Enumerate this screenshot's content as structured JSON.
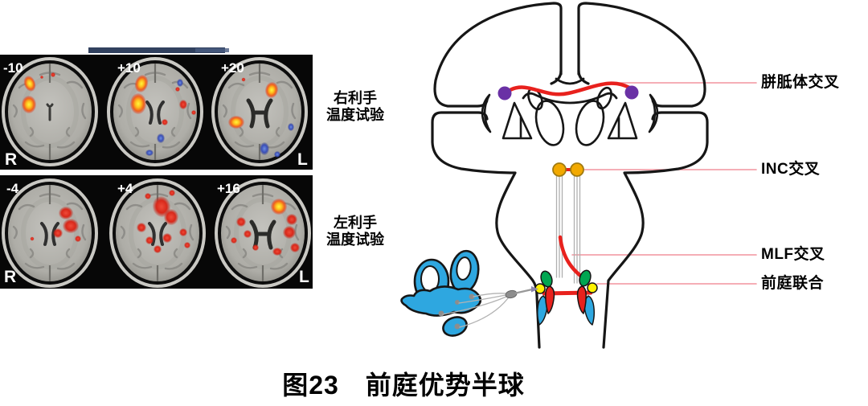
{
  "figure": {
    "caption": "图23　前庭优势半球"
  },
  "mri": {
    "rows": [
      {
        "test_label_line1": "右利手",
        "test_label_line2": "温度试验",
        "slice_labels": [
          "-10",
          "+10",
          "+20"
        ],
        "side_left": "R",
        "side_right": "L"
      },
      {
        "test_label_line1": "左利手",
        "test_label_line2": "温度试验",
        "slice_labels": [
          "-4",
          "+4",
          "+16"
        ],
        "side_left": "R",
        "side_right": "L"
      }
    ]
  },
  "diagram": {
    "annotations": [
      "胼胝体交叉",
      "INC交叉",
      "MLF交叉",
      "前庭联合"
    ],
    "colors": {
      "pathway_red": "#e8211d",
      "leader_pink": "#f2939d",
      "callosal_node_purple": "#6a31a5",
      "inc_node_orange": "#f2a900",
      "nucleus_green": "#00a651",
      "nucleus_yellow": "#fff100",
      "nucleus_blue": "#2ea7e0",
      "labyrinth_blue": "#2ea7e0",
      "nerve_gray": "#9a9a9a",
      "outline_black": "#161616"
    }
  }
}
